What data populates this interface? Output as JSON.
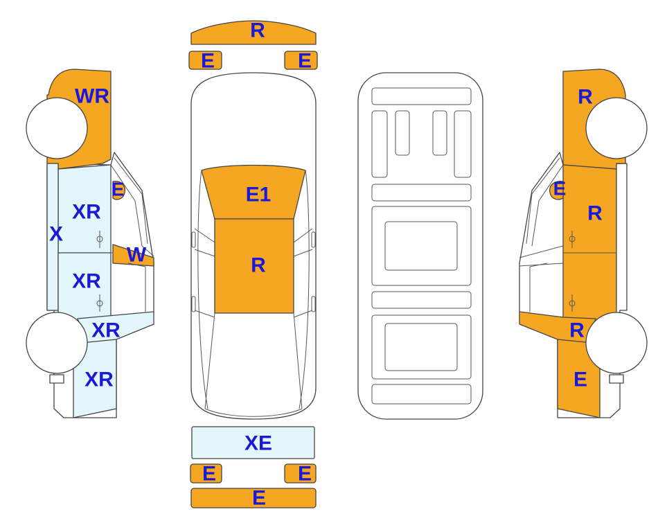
{
  "colors": {
    "replaced": "#f5a623",
    "exchanged_light": "#e2f6fb",
    "label_text": "#1a1ad6",
    "outline": "#444444",
    "background": "#ffffff"
  },
  "left_side": {
    "front_fender": "WR",
    "front_door_glass": "E",
    "rocker_panel": "X",
    "front_door": "XR",
    "center_pillar": "W",
    "rear_door": "XR",
    "rear_sill": "XR",
    "rear_quarter": "XR"
  },
  "top_view": {
    "front_bumper": "R",
    "headlamp_left": "E",
    "headlamp_right": "E",
    "windshield": "E1",
    "roof": "R",
    "rear_panel": "XE",
    "tail_lamp_left": "E",
    "tail_lamp_right": "E",
    "rear_bumper": "E"
  },
  "right_side": {
    "front_fender": "R",
    "front_door_glass": "E",
    "front_door": "R",
    "rear_sill": "R",
    "rear_quarter": "E"
  }
}
